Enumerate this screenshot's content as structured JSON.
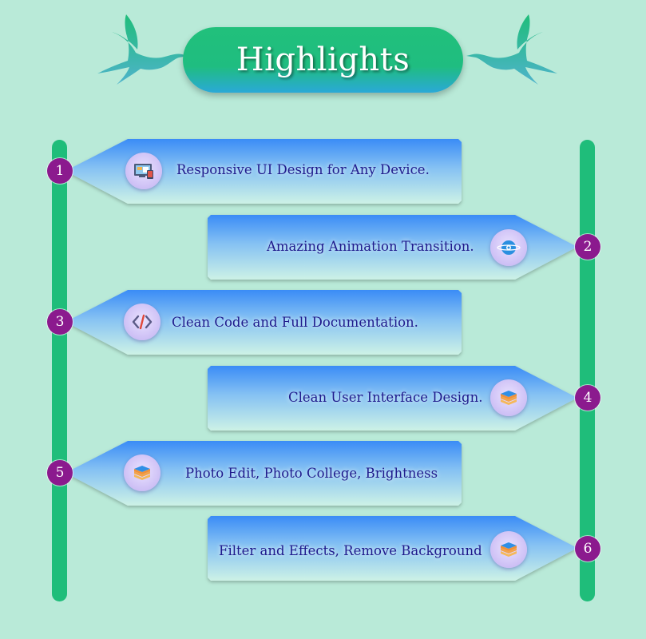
{
  "title": "Highlights",
  "items": [
    {
      "number": "1",
      "label": "Responsive UI Design for Any Device.",
      "icon": "responsive-devices-icon"
    },
    {
      "number": "2",
      "label": "Amazing Animation Transition.",
      "icon": "animation-icon"
    },
    {
      "number": "3",
      "label": "Clean Code and Full Documentation.",
      "icon": "code-icon"
    },
    {
      "number": "4",
      "label": "Clean User Interface Design.",
      "icon": "layers-icon"
    },
    {
      "number": "5",
      "label": "Photo Edit, Photo College, Brightness",
      "icon": "layers-icon"
    },
    {
      "number": "6",
      "label": "Filter and Effects, Remove Background",
      "icon": "layers-icon"
    }
  ],
  "colors": {
    "background": "#b9ead8",
    "rail": "#1fbd7a",
    "badge": "#8b1a8e",
    "text": "#1f1a8c",
    "banner_top": "#3f8ff5",
    "banner_bottom": "#c7f0e6"
  }
}
